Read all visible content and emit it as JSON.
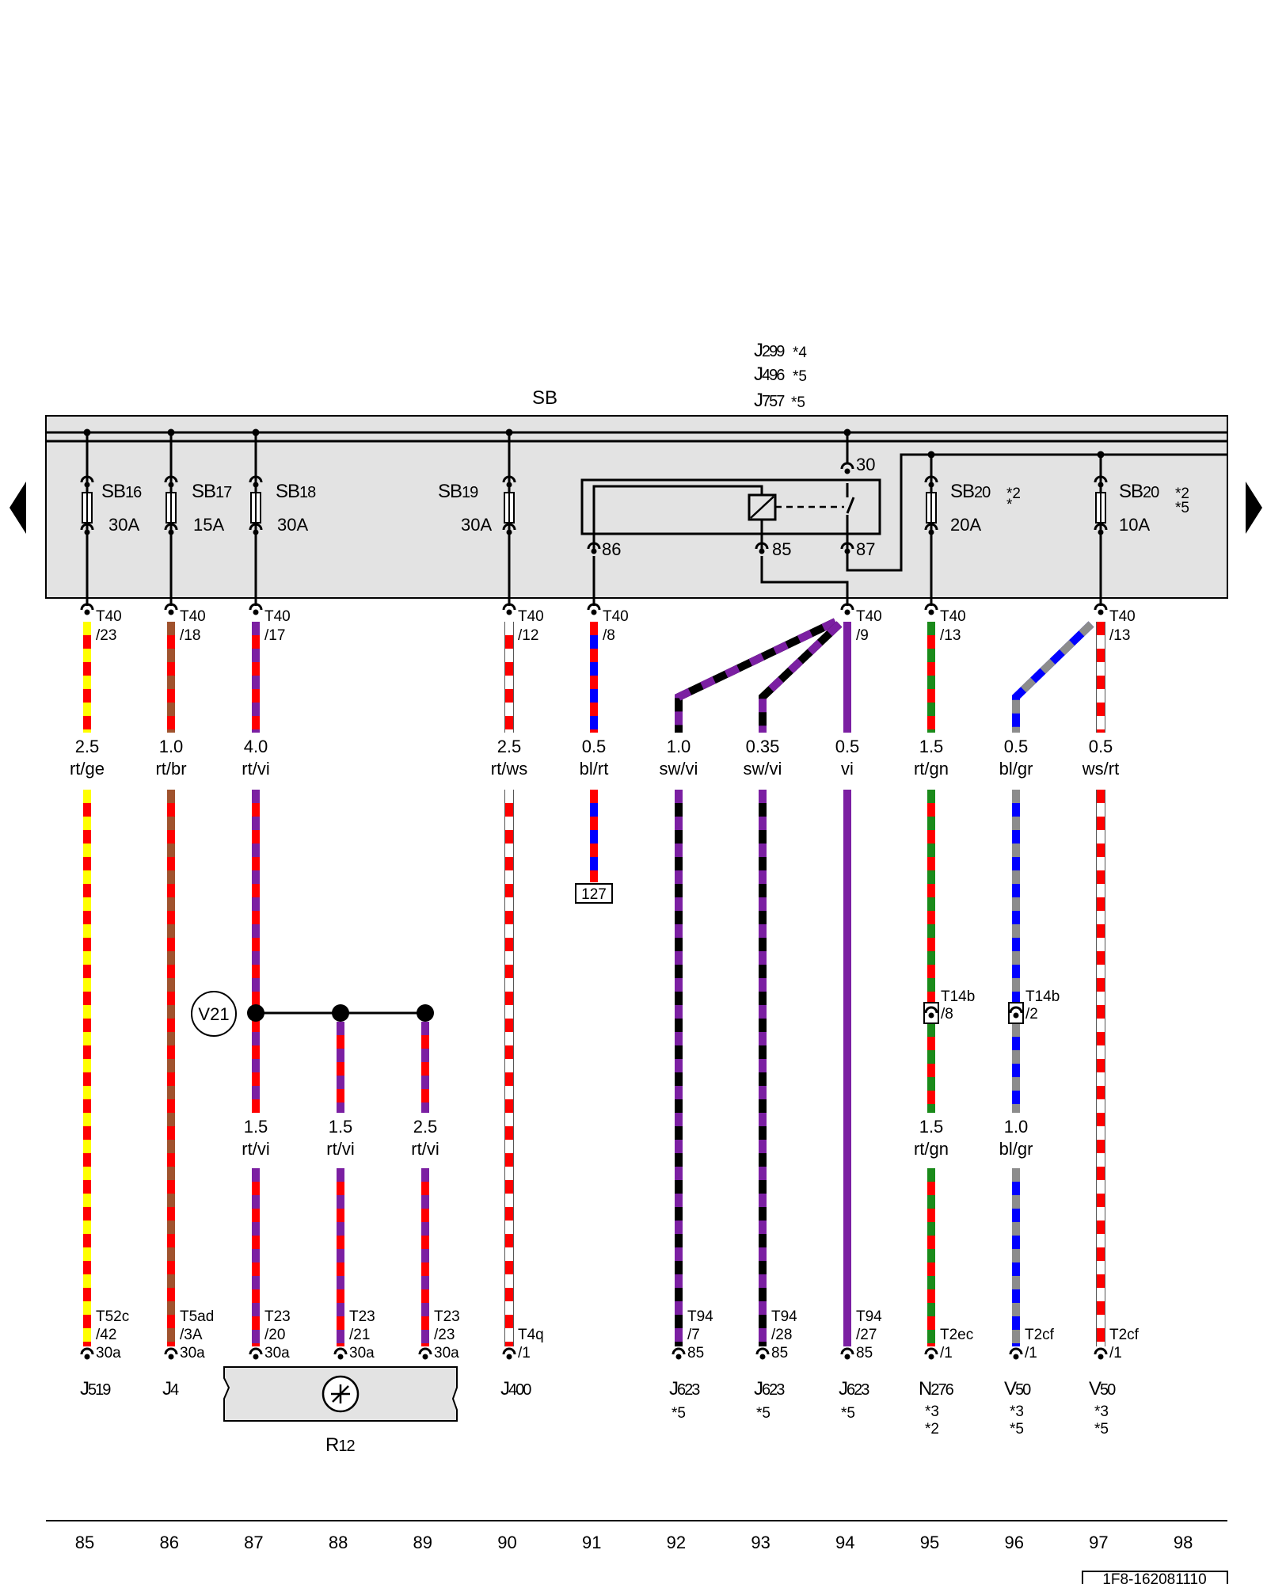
{
  "diagram_id": "1F8-162081110",
  "busbar_label": "SB",
  "relay_labels": [
    {
      "pre": "J",
      "num": "299",
      "note": "*4"
    },
    {
      "pre": "J",
      "num": "496",
      "note": "*5"
    },
    {
      "pre": "J",
      "num": "757",
      "note": "*5"
    }
  ],
  "relay_terminals": [
    "30",
    "86",
    "85",
    "87"
  ],
  "fuses": [
    {
      "pre": "SB",
      "num": "16",
      "rating": "30A",
      "notes": []
    },
    {
      "pre": "SB",
      "num": "17",
      "rating": "15A",
      "notes": []
    },
    {
      "pre": "SB",
      "num": "18",
      "rating": "30A",
      "notes": []
    },
    {
      "pre": "SB",
      "num": "19",
      "rating": "30A",
      "notes": []
    },
    {
      "pre": "SB",
      "num": "20",
      "rating": "20A",
      "notes": [
        "*2",
        "*"
      ]
    },
    {
      "pre": "SB",
      "num": "20",
      "rating": "10A",
      "notes": [
        "*2",
        "*5"
      ]
    }
  ],
  "columns": [
    "85",
    "86",
    "87",
    "88",
    "89",
    "90",
    "91",
    "92",
    "93",
    "94",
    "95",
    "96",
    "97",
    "98"
  ],
  "wires_top": [
    {
      "conn": "T40",
      "pin": "/23",
      "size": "2.5",
      "color": "rt/ge"
    },
    {
      "conn": "T40",
      "pin": "/18",
      "size": "1.0",
      "color": "rt/br"
    },
    {
      "conn": "T40",
      "pin": "/17",
      "size": "4.0",
      "color": "rt/vi"
    },
    {
      "conn": "T40",
      "pin": "/12",
      "size": "2.5",
      "color": "rt/ws"
    },
    {
      "conn": "T40",
      "pin": "/8",
      "size": "0.5",
      "color": "bl/rt"
    },
    {
      "conn": "",
      "pin": "",
      "size": "1.0",
      "color": "sw/vi"
    },
    {
      "conn": "",
      "pin": "",
      "size": "0.35",
      "color": "sw/vi"
    },
    {
      "conn": "T40",
      "pin": "/9",
      "size": "0.5",
      "color": "vi"
    },
    {
      "conn": "T40",
      "pin": "/13",
      "size": "1.5",
      "color": "rt/gn"
    },
    {
      "conn": "",
      "pin": "",
      "size": "0.5",
      "color": "bl/gr"
    },
    {
      "conn": "T40",
      "pin": "/13",
      "size": "0.5",
      "color": "ws/rt"
    }
  ],
  "wires_mid": [
    {
      "size": "1.5",
      "color": "rt/vi"
    },
    {
      "size": "1.5",
      "color": "rt/vi"
    },
    {
      "size": "2.5",
      "color": "rt/vi"
    },
    {
      "size": "1.5",
      "color": "rt/gn"
    },
    {
      "size": "1.0",
      "color": "bl/gr"
    }
  ],
  "ref_box": "127",
  "splice": "V21",
  "inline_conns": [
    {
      "conn": "T14b",
      "pin": "/8"
    },
    {
      "conn": "T14b",
      "pin": "/2"
    }
  ],
  "bottom_conns": [
    {
      "l1": "T52c",
      "l2": "/42",
      "l3": "30a"
    },
    {
      "l1": "T5ad",
      "l2": "/3A",
      "l3": "30a"
    },
    {
      "l1": "T23",
      "l2": "/20",
      "l3": "30a"
    },
    {
      "l1": "T23",
      "l2": "/21",
      "l3": "30a"
    },
    {
      "l1": "T23",
      "l2": "/23",
      "l3": "30a"
    },
    {
      "l1": "T4q",
      "l2": "/1",
      "l3": ""
    },
    {
      "l1": "T94",
      "l2": "/7",
      "l3": "85"
    },
    {
      "l1": "T94",
      "l2": "/28",
      "l3": "85"
    },
    {
      "l1": "T94",
      "l2": "/27",
      "l3": "85"
    },
    {
      "l1": "T2ec",
      "l2": "/1",
      "l3": ""
    },
    {
      "l1": "T2cf",
      "l2": "/1",
      "l3": ""
    },
    {
      "l1": "T2cf",
      "l2": "/1",
      "l3": ""
    }
  ],
  "components": [
    {
      "pre": "J",
      "num": "519",
      "notes": []
    },
    {
      "pre": "J",
      "num": "4",
      "notes": []
    },
    {
      "pre": "J",
      "num": "400",
      "notes": []
    },
    {
      "pre": "J",
      "num": "623",
      "notes": [
        "*5"
      ]
    },
    {
      "pre": "J",
      "num": "623",
      "notes": [
        "*5"
      ]
    },
    {
      "pre": "J",
      "num": "623",
      "notes": [
        "*5"
      ]
    },
    {
      "pre": "N",
      "num": "276",
      "notes": [
        "*3",
        "*2"
      ]
    },
    {
      "pre": "V",
      "num": "50",
      "notes": [
        "*3",
        "*5"
      ]
    },
    {
      "pre": "V",
      "num": "50",
      "notes": [
        "*3",
        "*5"
      ]
    }
  ],
  "ground_component": {
    "pre": "R",
    "num": "12"
  },
  "colors": {
    "rt": "#ff0000",
    "ge": "#ffff00",
    "br": "#a0522d",
    "vi": "#7b1fa2",
    "ws": "#ffffff",
    "bl": "#0000ff",
    "sw": "#000000",
    "gn": "#1a8a1a",
    "gr": "#8c8c8c",
    "panel": "#e3e3e3"
  }
}
